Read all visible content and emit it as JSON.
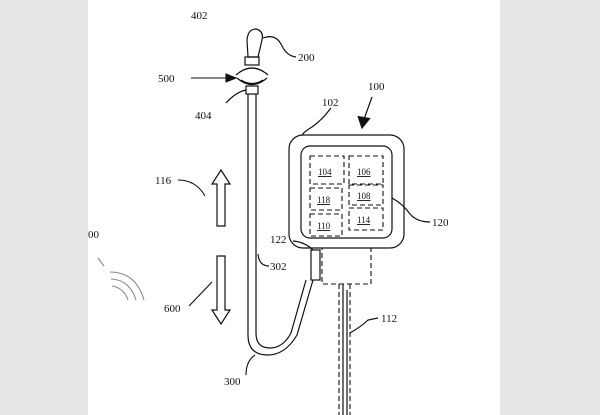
{
  "labels": {
    "l402": "402",
    "l200": "200",
    "l500": "500",
    "l404": "404",
    "l102": "102",
    "l100": "100",
    "l116": "116",
    "l122": "122",
    "l120": "120",
    "l302": "302",
    "l600": "600",
    "l112": "112",
    "l300": "300",
    "l00": "00"
  },
  "modules": {
    "m104": "104",
    "m106": "106",
    "m118": "118",
    "m108": "108",
    "m110": "110",
    "m114": "114"
  },
  "colors": {
    "ink": "#111111",
    "sheet": "#ffffff",
    "margin": "#e6e6e6"
  }
}
